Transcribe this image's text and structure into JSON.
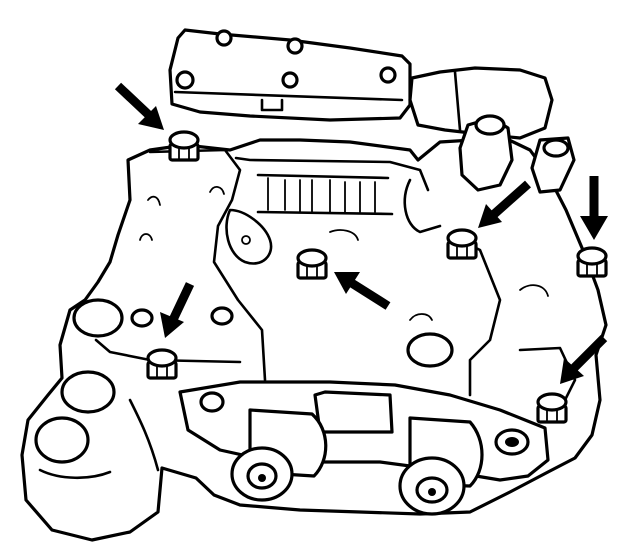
{
  "diagram": {
    "subject": "valve-body-assembly",
    "style": "black-line-art",
    "colors": {
      "ink": "#000000",
      "paper": "#ffffff"
    },
    "callouts": [
      {
        "id": "bolt-top-left",
        "arrow_direction": "down-right"
      },
      {
        "id": "bolt-left-lower",
        "arrow_direction": "down-left"
      },
      {
        "id": "bolt-center",
        "arrow_direction": "up-left"
      },
      {
        "id": "bolt-center-right",
        "arrow_direction": "down-left"
      },
      {
        "id": "bolt-far-right",
        "arrow_direction": "down"
      },
      {
        "id": "bolt-lower-right",
        "arrow_direction": "down-left"
      }
    ]
  }
}
